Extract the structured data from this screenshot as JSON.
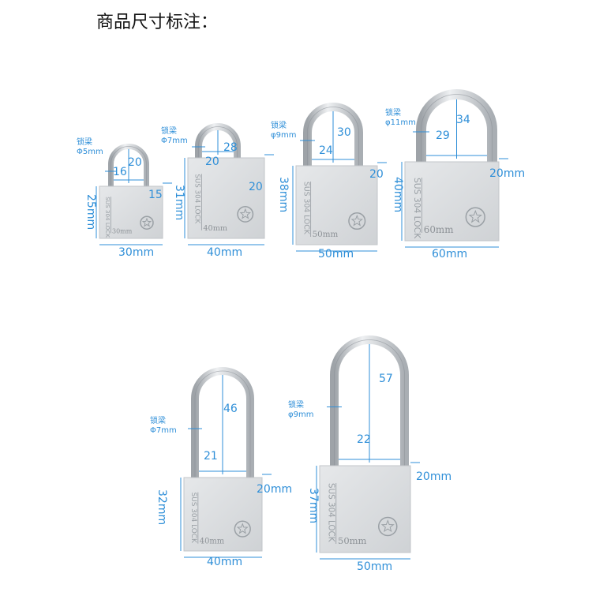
{
  "title": "商品尺寸标注：",
  "colors": {
    "annotation": "#2f8fd8",
    "steel": "#c9ccd0"
  },
  "shackle_label": "锁梁",
  "locks": [
    {
      "diameter": "Φ5mm",
      "height_inner": "20",
      "width_inner": "16",
      "shackle_clearance": "15",
      "body_height": "25mm",
      "body_width": "30mm",
      "engraving": "SUS 304 LOCK",
      "size_mark": "30mm"
    },
    {
      "diameter": "Φ7mm",
      "height_inner": "28",
      "width_inner": "20",
      "shackle_clearance": "20",
      "body_height": "31mm",
      "body_width": "40mm",
      "engraving": "SUS 304 LOCK",
      "size_mark": "40mm"
    },
    {
      "diameter": "φ9mm",
      "height_inner": "30",
      "width_inner": "24",
      "shackle_clearance": "20",
      "body_height": "38mm",
      "body_width": "50mm",
      "engraving": "SUS 304 LOCK",
      "size_mark": "50mm"
    },
    {
      "diameter": "φ11mm",
      "height_inner": "34",
      "width_inner": "29",
      "shackle_clearance": "20mm",
      "body_height": "40mm",
      "body_width": "60mm",
      "engraving": "SUS 304 LOCK",
      "size_mark": "60mm"
    },
    {
      "diameter": "Φ7mm",
      "height_inner": "46",
      "width_inner": "21",
      "shackle_clearance": "20mm",
      "body_height": "32mm",
      "body_width": "40mm",
      "engraving": "SUS 304 LOCK",
      "size_mark": "40mm"
    },
    {
      "diameter": "φ9mm",
      "height_inner": "57",
      "width_inner": "22",
      "shackle_clearance": "20mm",
      "body_height": "37mm",
      "body_width": "50mm",
      "engraving": "SUS 304 LOCK",
      "size_mark": "50mm"
    }
  ]
}
